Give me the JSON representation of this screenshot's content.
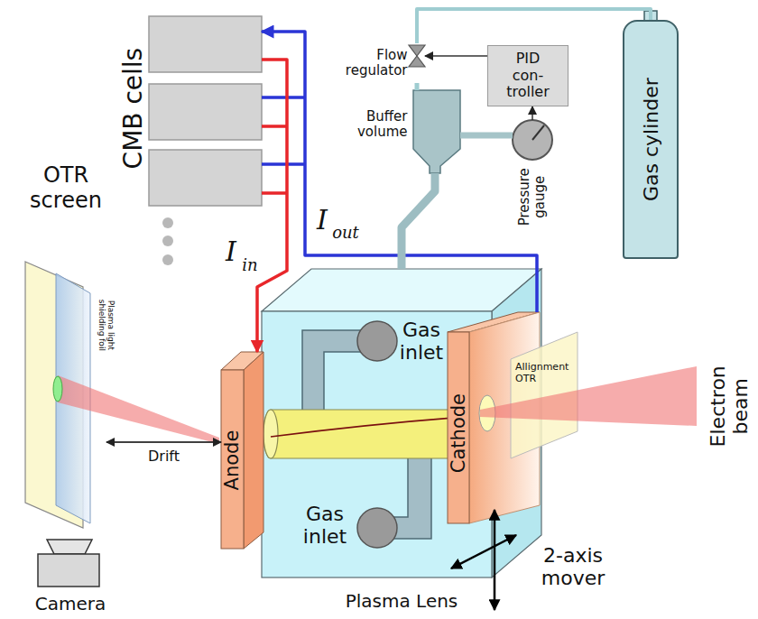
{
  "diagram": {
    "nodes": [
      {
        "text": [
          "CMB cells"
        ]
      },
      {
        "text": [
          "Flow regulator"
        ]
      },
      {
        "text": [
          "PID con-troller"
        ]
      },
      {
        "text": [
          "Gas cylinder"
        ]
      },
      {
        "text": [
          "Buffer volume"
        ]
      },
      {
        "text": [
          "Pressure gauge"
        ]
      },
      {
        "text": [
          "OTR screen"
        ]
      },
      {
        "text": [
          "Plasma Lens"
        ]
      },
      {
        "text": [
          "Gas inlet"
        ],
        "in": 7
      },
      {
        "text": [
          "Gas inlet"
        ],
        "in": 7
      },
      {
        "text": [
          "Anode"
        ]
      },
      {
        "text": [
          "Cathode"
        ]
      },
      {
        "text": [
          "Camera"
        ]
      }
    ],
    "edges": [
      {
        "from": 0,
        "to": 10,
        "arrow": "to"
      },
      {
        "from": 11,
        "to": 0,
        "arrow": "to"
      },
      {
        "from": 3,
        "to": 1,
        "arrow": "none"
      },
      {
        "from": 1,
        "to": 4,
        "arrow": "none"
      },
      {
        "from": 4,
        "to": 5,
        "arrow": "none"
      },
      {
        "from": 4,
        "to": 7,
        "arrow": "none"
      },
      {
        "from": 5,
        "to": 2,
        "arrow": "to"
      },
      {
        "from": 2,
        "to": 1,
        "arrow": "to"
      },
      {
        "from": 6,
        "to": 10,
        "label": "Drift",
        "arrow": "both"
      }
    ],
    "labels": [
      "I",
      "in",
      "I",
      "out",
      "Plasma light shielding foil",
      "Allignment OTR",
      "Electron beam",
      "2-axis mover"
    ]
  }
}
